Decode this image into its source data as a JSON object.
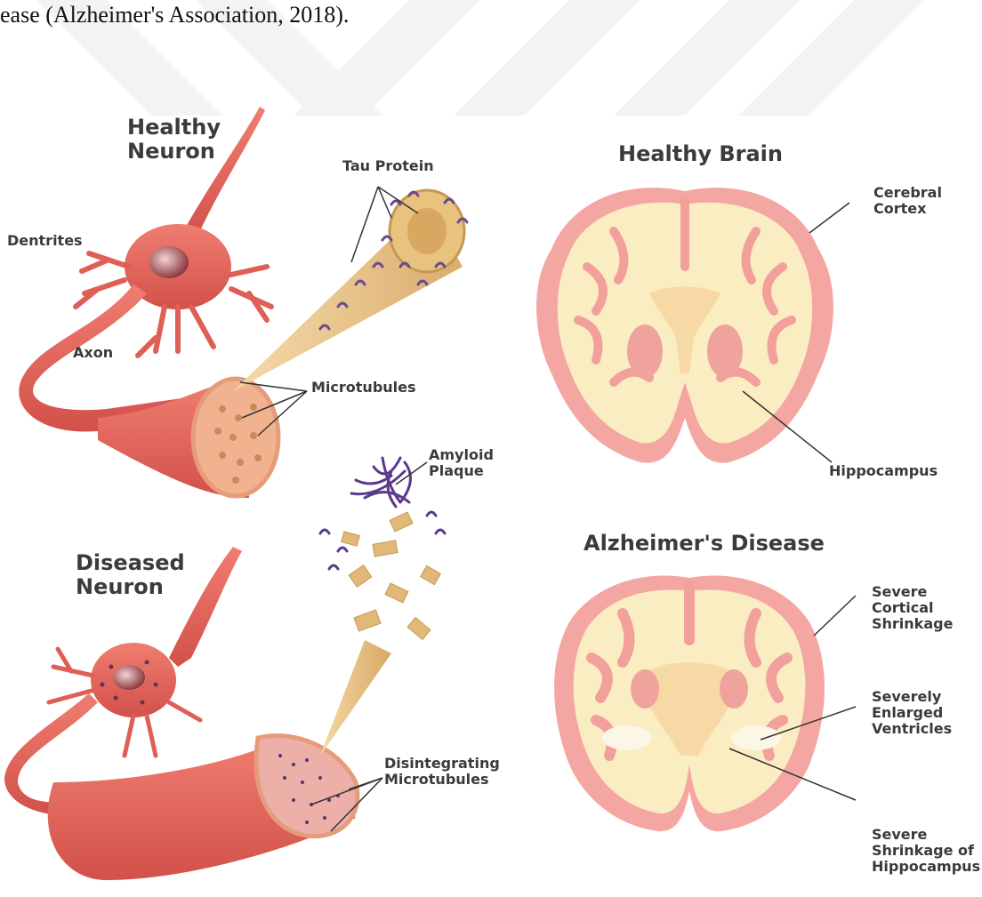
{
  "caption": "ease (Alzheimer's Association, 2018).",
  "titles": {
    "healthy_neuron": [
      "Healthy",
      "Neuron"
    ],
    "diseased_neuron": [
      "Diseased",
      "Neuron"
    ],
    "healthy_brain": "Healthy Brain",
    "alzheimers_disease": "Alzheimer's Disease"
  },
  "labels": {
    "tau_protein": "Tau Protein",
    "dentrites": "Dentrites",
    "axon": "Axon",
    "microtubules": "Microtubules",
    "amyloid_plaque": [
      "Amyloid",
      "Plaque"
    ],
    "disintegrating_microtubules": [
      "Disintegrating",
      "Microtubules"
    ],
    "cerebral_cortex": [
      "Cerebral",
      "Cortex"
    ],
    "hippocampus": "Hippocampus",
    "severe_cortical_shrinkage": [
      "Severe",
      "Cortical",
      "Shrinkage"
    ],
    "severely_enlarged_ventricles": [
      "Severely",
      "Enlarged",
      "Ventricles"
    ],
    "severe_shrinkage_hippocampus": [
      "Severe",
      "Shrinkage of",
      "Hippocampus"
    ]
  },
  "colors": {
    "neuron": "#e8655a",
    "neuron_dark": "#c94a44",
    "brain_outer": "#f3a4a0",
    "brain_inner": "#fbeec4",
    "microtubule": "#e8c27e",
    "tau": "#6a4a8c",
    "watermark": "#f2f2f2"
  }
}
